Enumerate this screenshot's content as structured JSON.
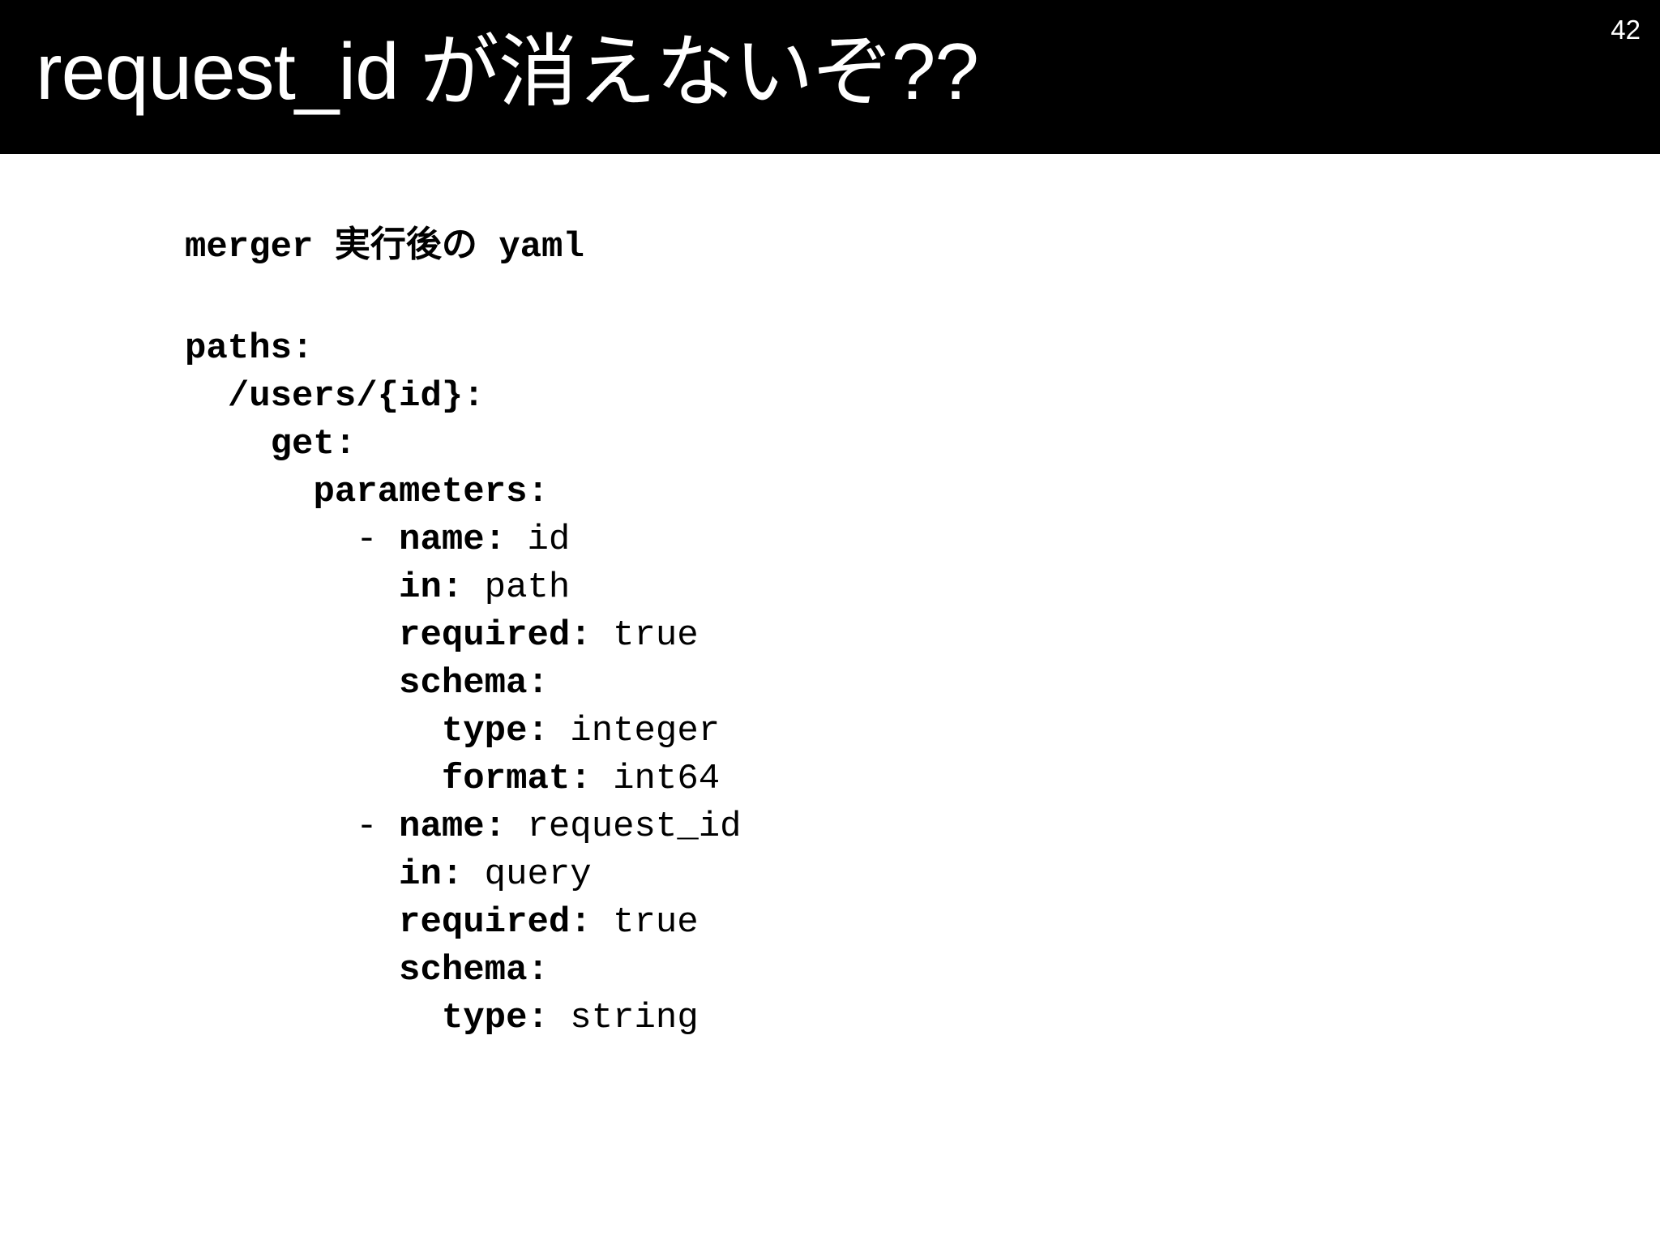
{
  "slide": {
    "title": "request_id が消えないぞ??",
    "page_number": "42",
    "header_bg": "#000000",
    "header_fg": "#ffffff",
    "body_bg": "#ffffff",
    "body_fg": "#000000"
  },
  "content": {
    "code_subtitle": "merger 実行後の yaml",
    "yaml_lines": [
      {
        "indent": "",
        "key": "paths:",
        "value": ""
      },
      {
        "indent": "  ",
        "key": "/users/{id}:",
        "value": ""
      },
      {
        "indent": "    ",
        "key": "get:",
        "value": ""
      },
      {
        "indent": "      ",
        "key": "parameters:",
        "value": ""
      },
      {
        "indent": "        - ",
        "key": "name:",
        "value": " id"
      },
      {
        "indent": "          ",
        "key": "in:",
        "value": " path"
      },
      {
        "indent": "          ",
        "key": "required:",
        "value": " true"
      },
      {
        "indent": "          ",
        "key": "schema:",
        "value": ""
      },
      {
        "indent": "            ",
        "key": "type:",
        "value": " integer"
      },
      {
        "indent": "            ",
        "key": "format:",
        "value": " int64"
      },
      {
        "indent": "        - ",
        "key": "name:",
        "value": " request_id"
      },
      {
        "indent": "          ",
        "key": "in:",
        "value": " query"
      },
      {
        "indent": "          ",
        "key": "required:",
        "value": " true"
      },
      {
        "indent": "          ",
        "key": "schema:",
        "value": ""
      },
      {
        "indent": "            ",
        "key": "type:",
        "value": " string"
      }
    ]
  }
}
